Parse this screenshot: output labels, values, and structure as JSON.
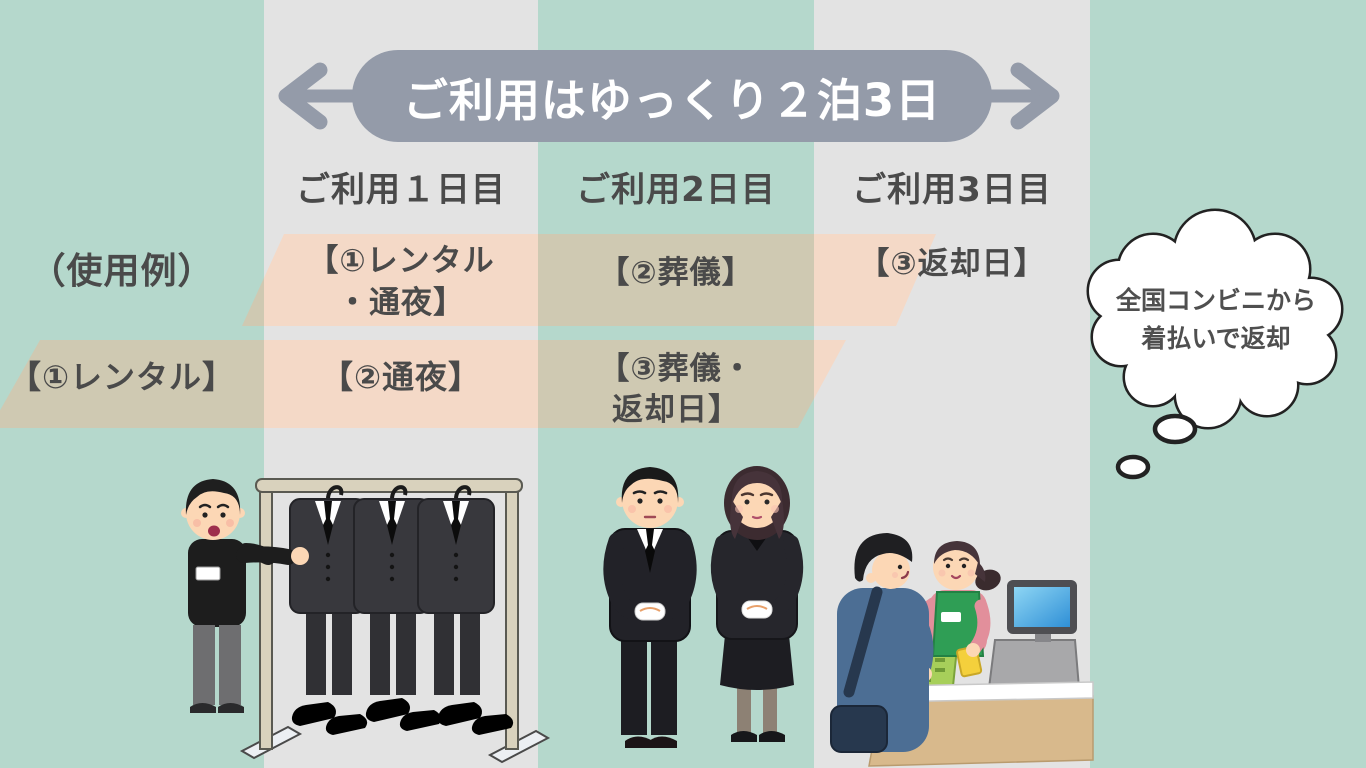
{
  "banner": {
    "label": "ご利用はゆっくり２泊3日"
  },
  "column_headers": [
    "ご利用１日目",
    "ご利用2日目",
    "ご利用3日目"
  ],
  "example_label": "（使用例）",
  "timeline_rows": [
    {
      "cells": [
        {
          "label": "【①レンタル\n・通夜】"
        },
        {
          "label": "【②葬儀】"
        },
        {
          "label": "【③返却日】"
        }
      ]
    },
    {
      "cells": [
        {
          "label": "【①レンタル】"
        },
        {
          "label": "【②通夜】"
        },
        {
          "label": "【③葬儀・\n返却日】"
        }
      ]
    }
  ],
  "thought_bubble": {
    "text": "全国コンビニから\n着払いで返却"
  },
  "illustrations": {
    "rental": "salesperson-presenting-suit-rack",
    "ceremony": "two-people-in-mourning-dress",
    "return": "convenience-store-checkout"
  },
  "colors": {
    "background_mint": "#b5d8cc",
    "column_gray": "#e3e3e3",
    "banner_gray": "#949ba9",
    "banner_text": "#ffffff",
    "band_peach": "#f4d9c7",
    "band_tan": "#cfc9b2",
    "text_dark": "#4a4a4a",
    "bubble_outline": "#222222"
  }
}
